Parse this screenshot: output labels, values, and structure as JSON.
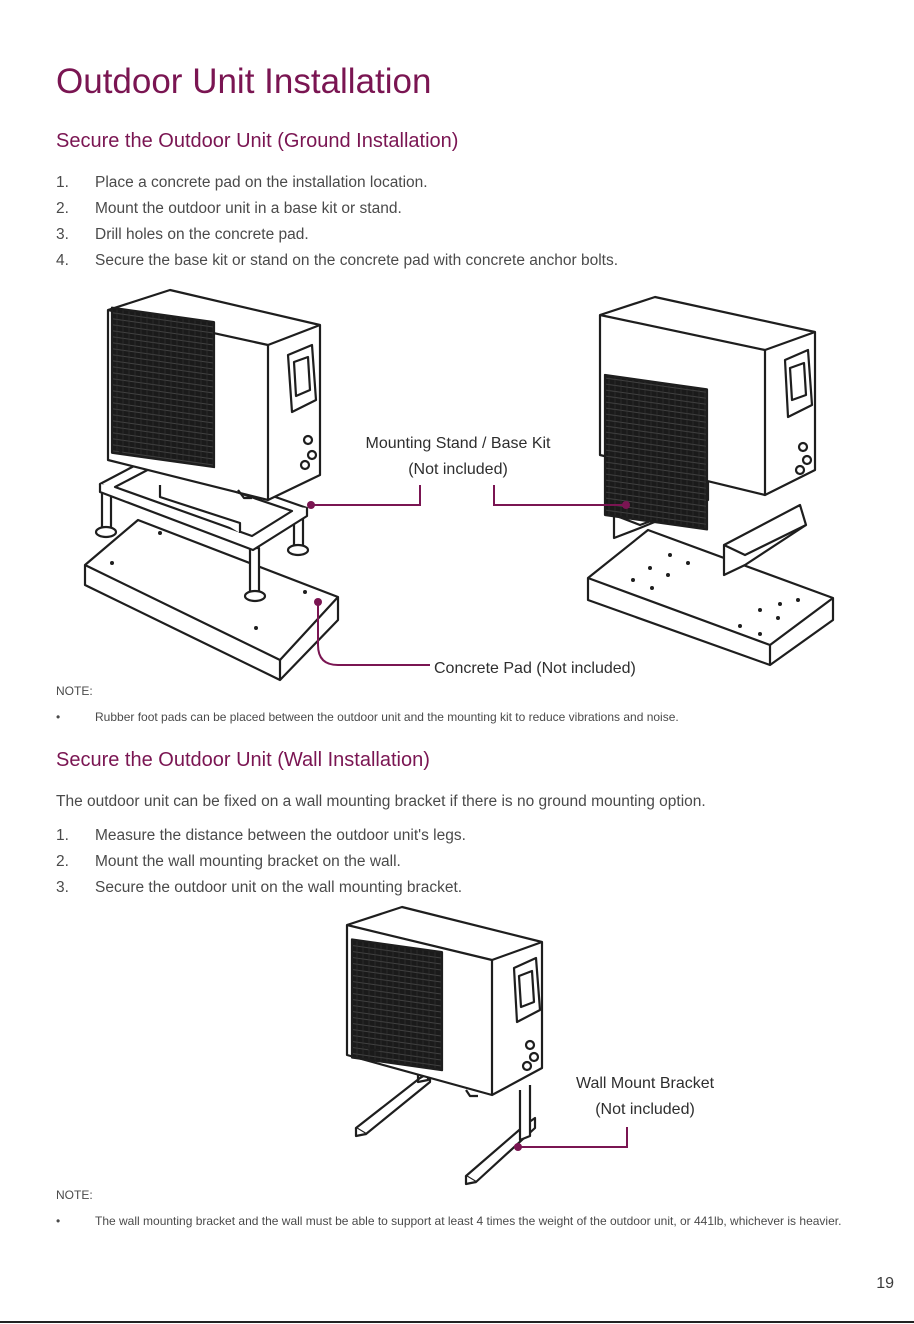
{
  "page": {
    "title": "Outdoor Unit Installation",
    "page_number": "19",
    "accent_color": "#7a1552"
  },
  "ground": {
    "heading": "Secure the Outdoor Unit (Ground Installation)",
    "steps": [
      {
        "num": "1.",
        "text": "Place a concrete pad on the installation location."
      },
      {
        "num": "2.",
        "text": "Mount the outdoor unit in a base kit or stand."
      },
      {
        "num": "3.",
        "text": "Drill holes on the concrete pad."
      },
      {
        "num": "4.",
        "text": "Secure the base kit or stand on the concrete pad with concrete anchor bolts."
      }
    ],
    "callout_stand_line1": "Mounting Stand / Base Kit",
    "callout_stand_line2": "(Not included)",
    "callout_pad": "Concrete Pad (Not included)",
    "note_label": "NOTE:",
    "note_bullet": "•",
    "note_text": "Rubber foot pads can be placed between the outdoor unit and the mounting kit to reduce vibrations and noise."
  },
  "wall": {
    "heading": "Secure the Outdoor Unit (Wall Installation)",
    "intro": "The outdoor unit can be fixed on a wall mounting bracket if there is no ground mounting option.",
    "steps": [
      {
        "num": "1.",
        "text": "Measure the distance between the outdoor unit's legs."
      },
      {
        "num": "2.",
        "text": "Mount the wall mounting bracket on the wall."
      },
      {
        "num": "3.",
        "text": "Secure the outdoor unit on the wall mounting bracket."
      }
    ],
    "callout_line1": "Wall Mount Bracket",
    "callout_line2": "(Not included)",
    "note_label": "NOTE:",
    "note_bullet": "•",
    "note_text": "The wall mounting bracket and the wall must be able to support at least 4 times the weight of the outdoor unit, or 441lb, whichever is heavier."
  }
}
